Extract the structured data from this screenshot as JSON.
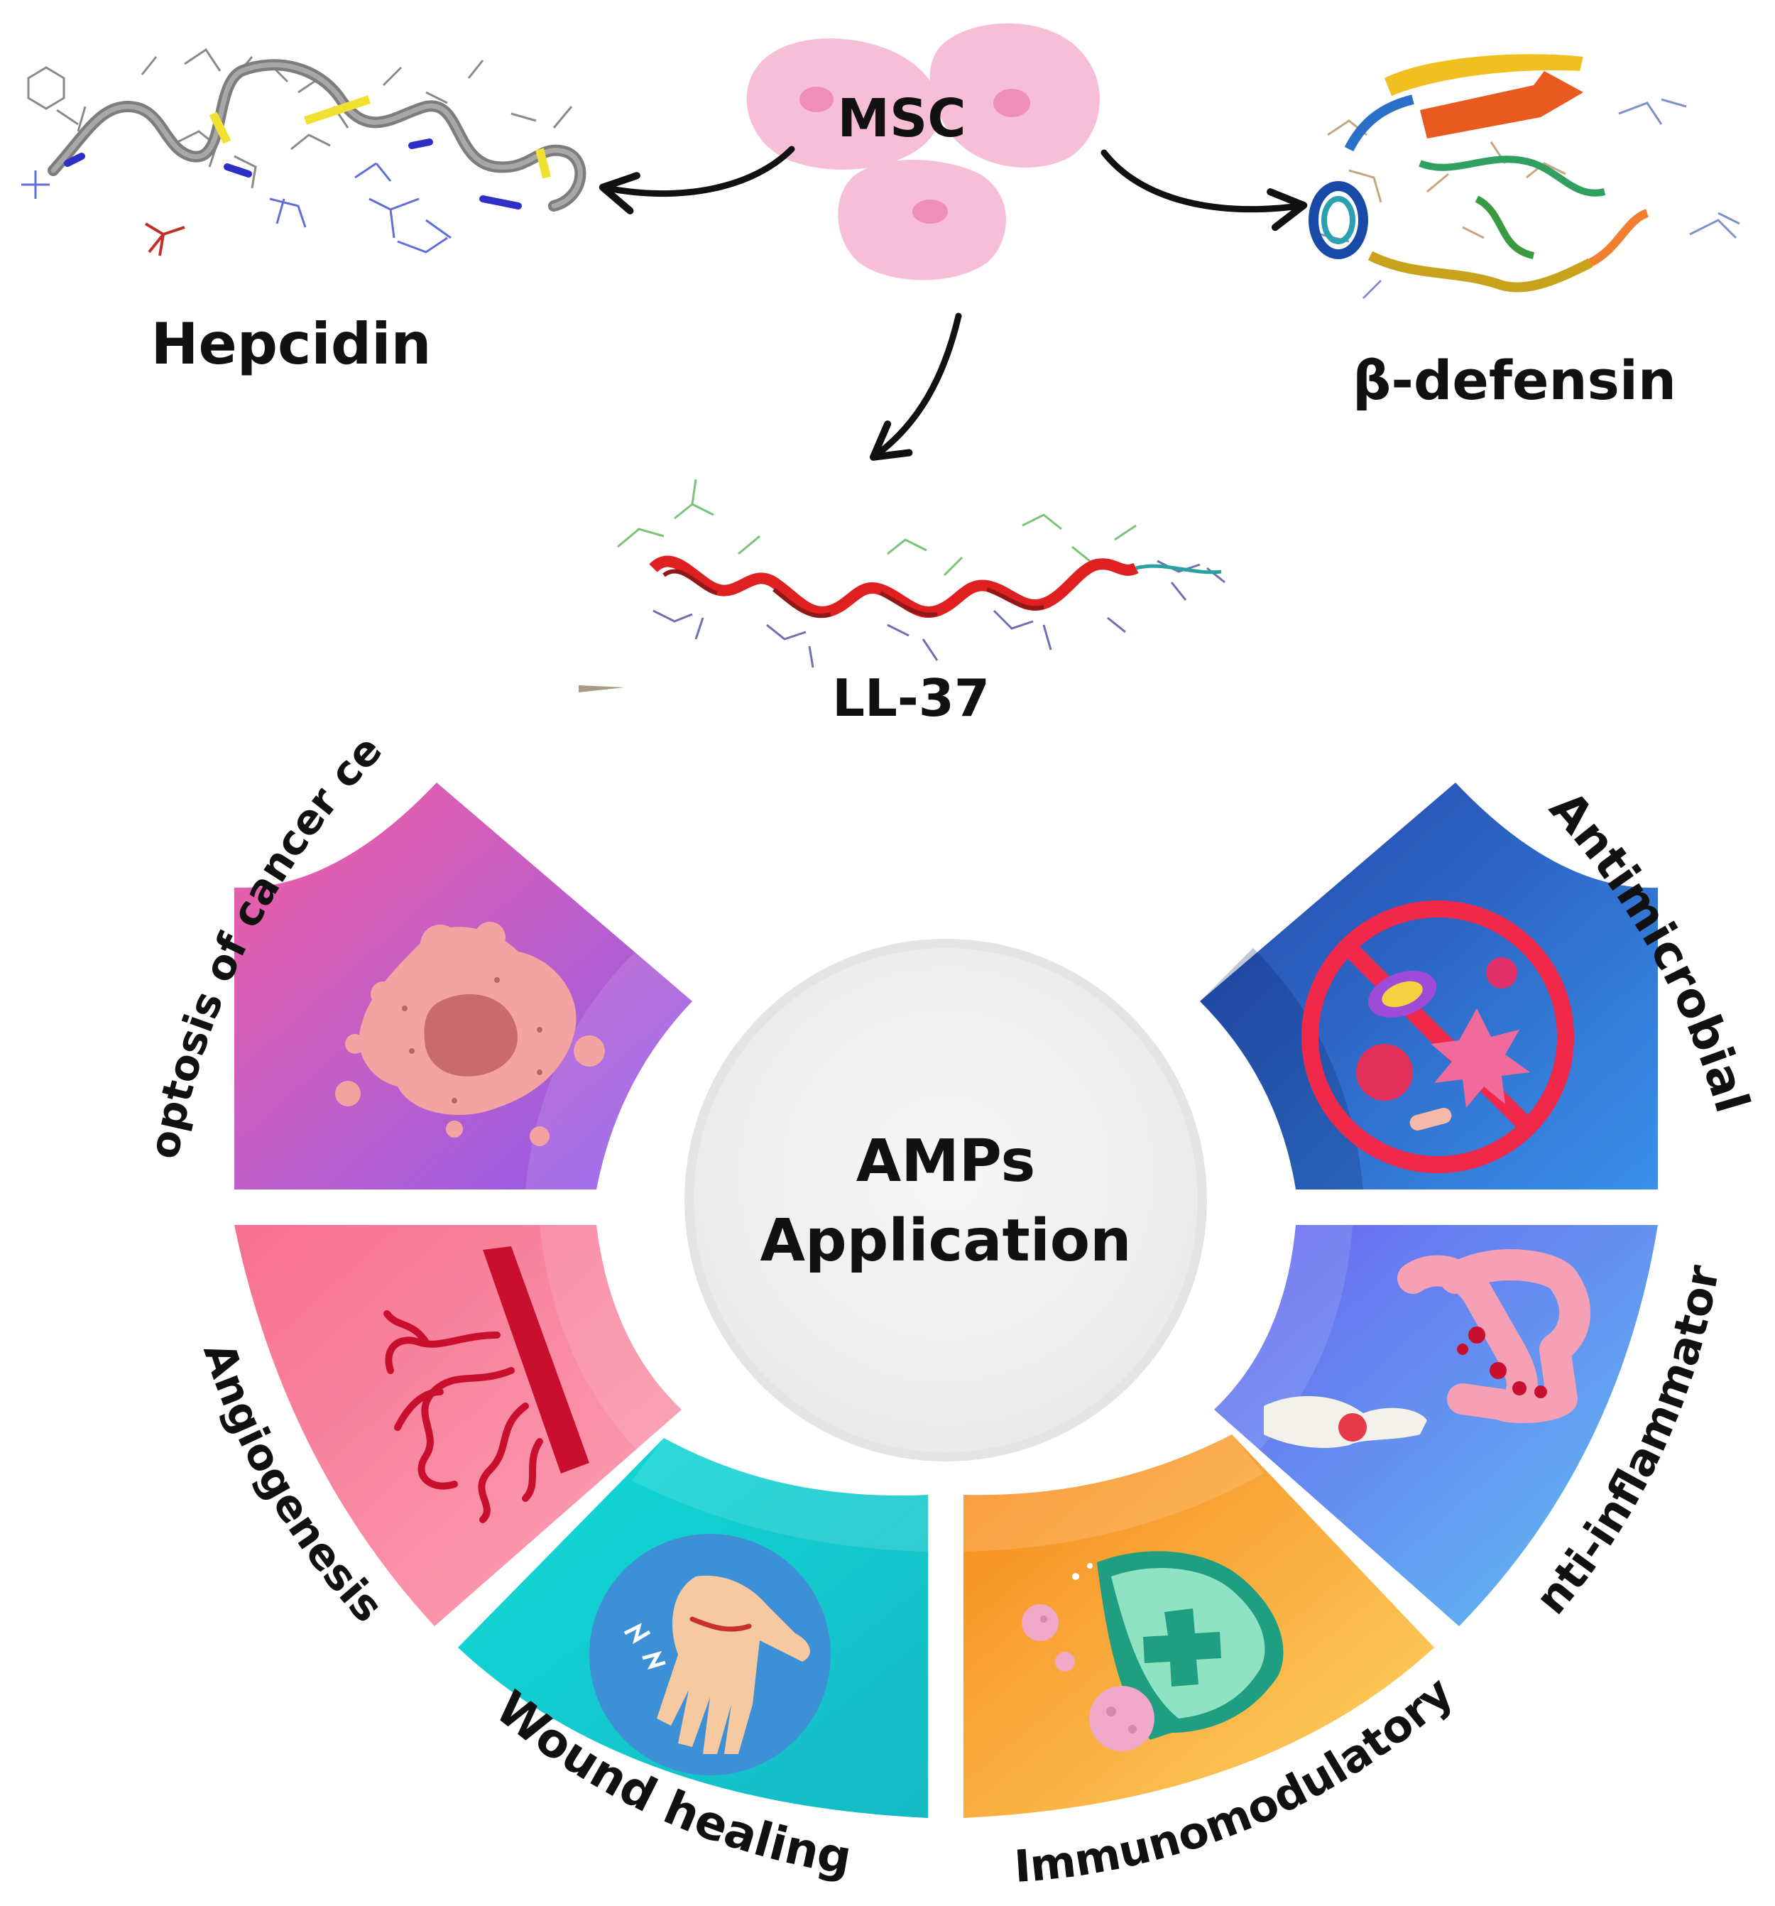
{
  "source": {
    "label": "MSC",
    "colors": {
      "cell": "#f7bfd7",
      "nucleus": "#ef8fb8"
    }
  },
  "peptides": {
    "hepcidin": {
      "label": "Hepcidin",
      "icon": "hepcidin-structure-icon"
    },
    "beta_defensin": {
      "label": "β-defensin",
      "icon": "beta-defensin-structure-icon"
    },
    "ll37": {
      "label": "LL-37",
      "icon": "ll37-helix-icon"
    }
  },
  "center": {
    "line1": "AMPs",
    "line2": "Application",
    "color": "#f2f2f2"
  },
  "applications": [
    {
      "label": "Apoptosis of cancer cells",
      "icon": "cancer-cell-icon",
      "colors": [
        "#f45fa0",
        "#8b5cf0"
      ]
    },
    {
      "label": "Angiogenesis",
      "icon": "blood-vessel-icon",
      "colors": [
        "#f7708f",
        "#f9a0b0"
      ]
    },
    {
      "label": "Wound healing",
      "icon": "wounded-hand-icon",
      "colors": [
        "#0fd6d8",
        "#18c2c8"
      ]
    },
    {
      "label": "Immunomodulatory",
      "icon": "immune-shield-icon",
      "colors": [
        "#f7941d",
        "#fdd060"
      ]
    },
    {
      "label": "Anti-inflammatory",
      "icon": "inflamed-joint-icon",
      "colors": [
        "#6a70f0",
        "#5ab8f0"
      ]
    },
    {
      "label": "Antimicrobial",
      "icon": "no-microbes-icon",
      "colors": [
        "#2a4fb8",
        "#3a8be8"
      ]
    }
  ]
}
